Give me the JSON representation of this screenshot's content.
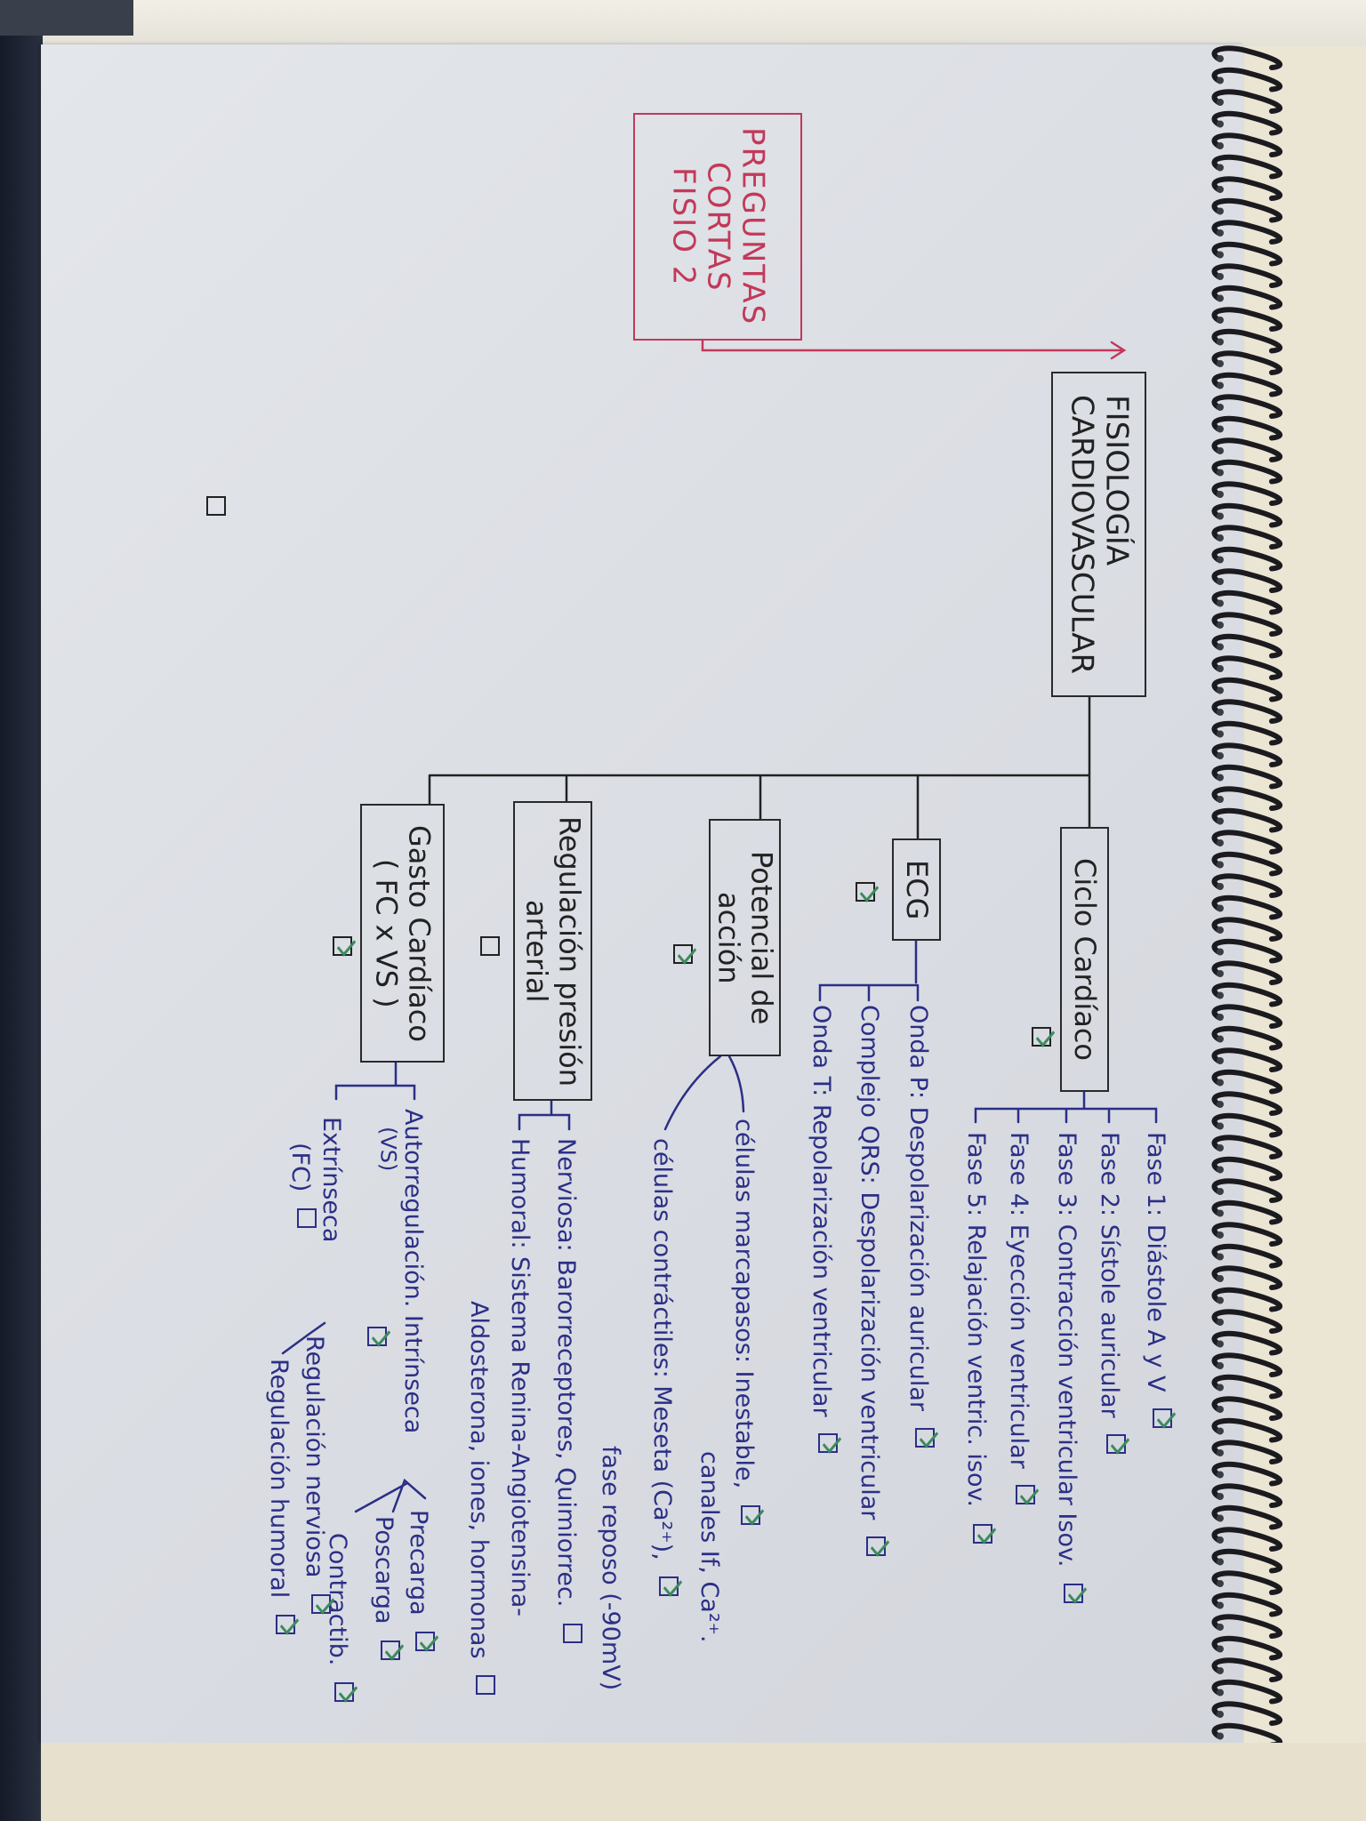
{
  "title_box": {
    "lines": [
      "PREGUNTAS",
      "CORTAS",
      "FISIO 2"
    ]
  },
  "root": {
    "lines": [
      "FISIOLOGÍA",
      "CARDIOVASCULAR"
    ],
    "checked": false
  },
  "topics": [
    {
      "label": "Ciclo Cardíaco",
      "checked": true,
      "items": [
        {
          "text": "Fase 1: Diástole A y V",
          "checked": true
        },
        {
          "text": "Fase 2: Sístole auricular",
          "checked": true
        },
        {
          "text": "Fase 3: Contracción ventricular Isov.",
          "checked": true
        },
        {
          "text": "Fase 4: Eyección ventricular",
          "checked": true
        },
        {
          "text": "Fase 5: Relajación ventric. isov.",
          "checked": true
        }
      ]
    },
    {
      "label": "ECG",
      "checked": true,
      "items": [
        {
          "text": "Onda P: Despolarización auricular",
          "checked": true
        },
        {
          "text": "Complejo QRS: Despolarización ventricular",
          "checked": true
        },
        {
          "text": "Onda T: Repolarización ventricular",
          "checked": true
        }
      ]
    },
    {
      "label_lines": [
        "Potencial de",
        "acción"
      ],
      "checked": true,
      "items": [
        {
          "text": "células marcapasos: Inestable,",
          "cont": "canales If, Ca²⁺.",
          "checked": true
        },
        {
          "text": "células contráctiles: Meseta (Ca²⁺),",
          "cont": "fase reposo (-90mV)",
          "checked": true
        }
      ]
    },
    {
      "label_lines": [
        "Regulación presión",
        "arterial"
      ],
      "checked": false,
      "items": [
        {
          "text": "Nerviosa: Barorreceptores, Quimiorrec.",
          "checked": false
        },
        {
          "text": "Humoral: Sistema Renina-Angiotensina-",
          "cont": "Aldosterona, iones, hormonas",
          "checked": false
        }
      ]
    },
    {
      "label_lines": [
        "Gasto Cardíaco",
        "( FC x VS )"
      ],
      "checked": true,
      "items": [
        {
          "text": "Autorregulación. Intrínseca",
          "sub": "(VS)",
          "checked": true,
          "children": [
            {
              "text": "Precarga",
              "checked": true
            },
            {
              "text": "Poscarga",
              "checked": true
            },
            {
              "text": "Contractib.",
              "checked": true
            }
          ]
        },
        {
          "text": "Extrínseca",
          "sub": "(FC)",
          "checked": false,
          "children": [
            {
              "text": "Regulación nerviosa",
              "checked": true
            },
            {
              "text": "Regulación humoral",
              "checked": true
            }
          ]
        }
      ]
    }
  ],
  "colors": {
    "ink": "#222222",
    "blue_ink": "#2b2f86",
    "red_ink": "#c2395a",
    "check_green": "#3d8a5c",
    "paper": "#dcdfe4"
  },
  "icons": {
    "checkbox": "checkbox-icon",
    "spiral": "spiral-binding-icon"
  }
}
